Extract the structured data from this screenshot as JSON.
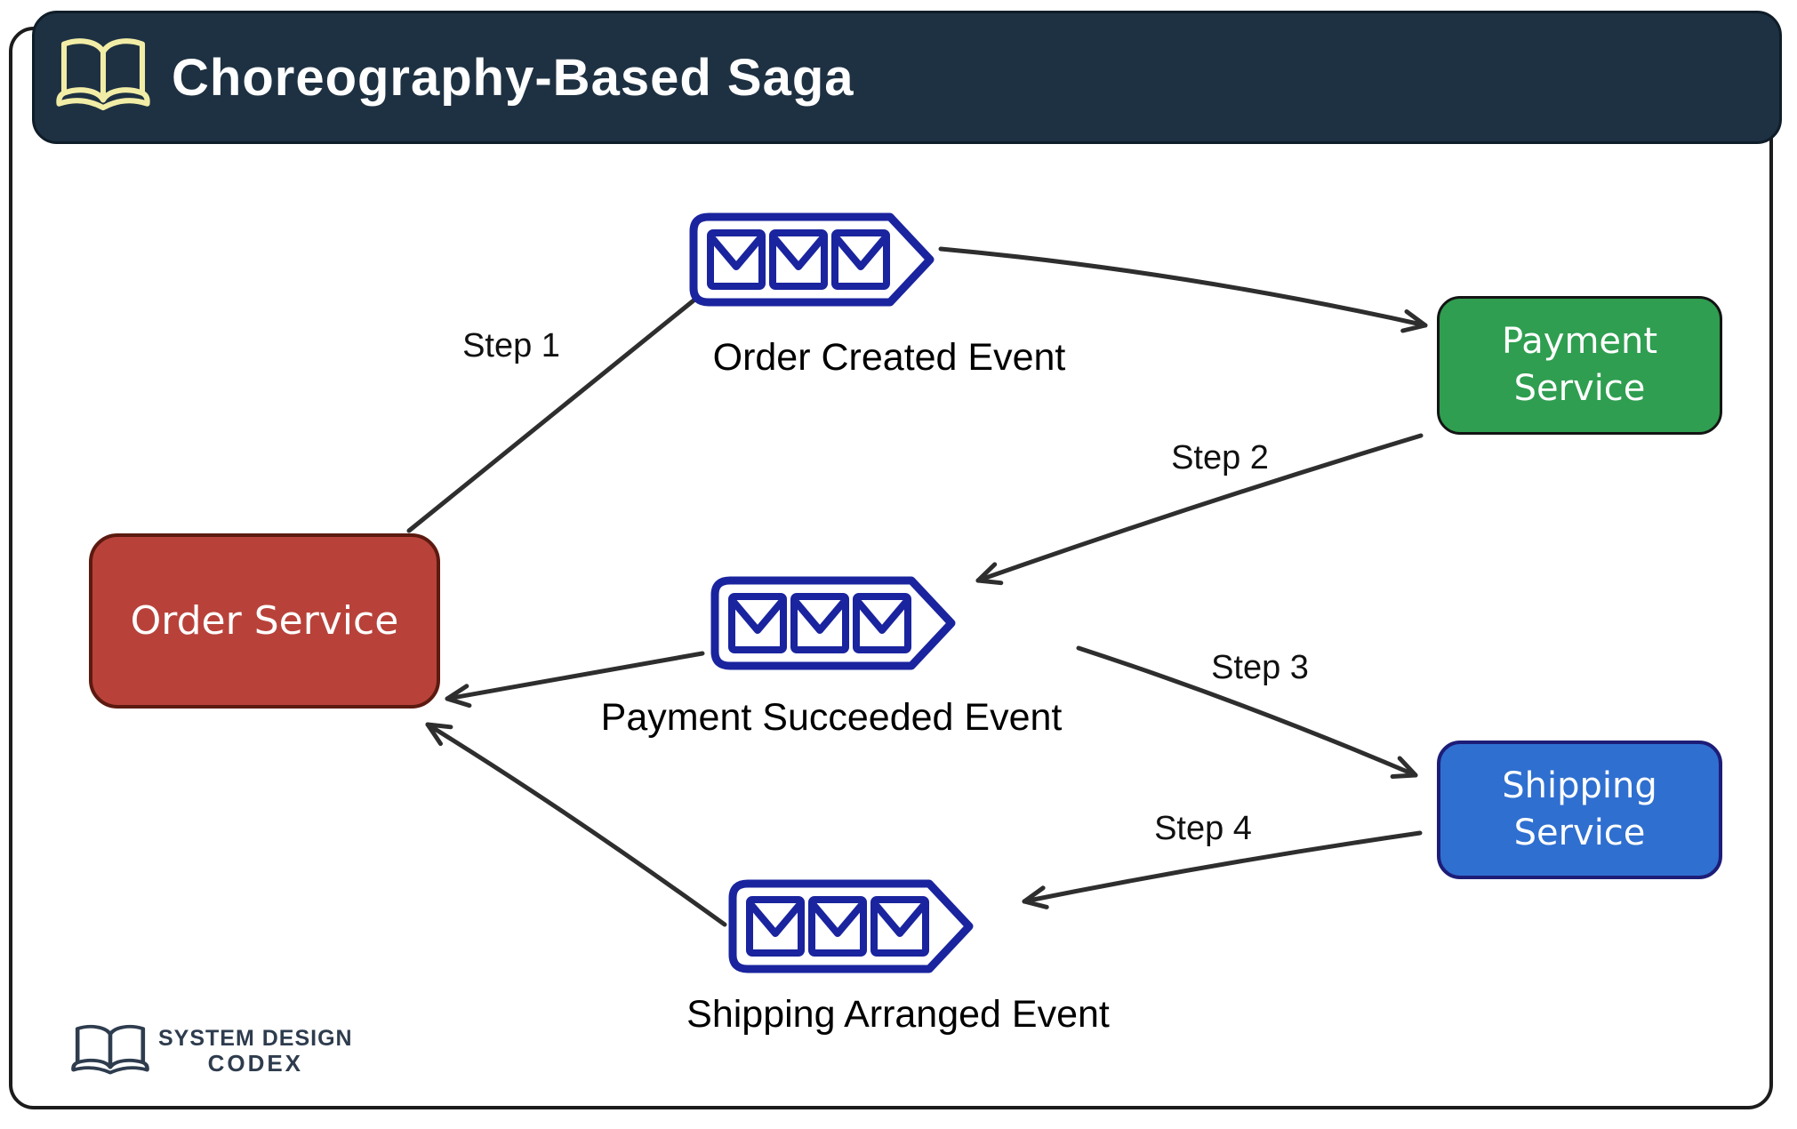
{
  "header": {
    "title": "Choreography-Based Saga",
    "icon": "open-book-icon",
    "background_color": "#1e3142",
    "text_color": "#ffffff"
  },
  "services": {
    "order": {
      "label": "Order Service",
      "color": "#b8423a"
    },
    "payment": {
      "lines": [
        "Payment",
        "Service"
      ],
      "color": "#2f9e50"
    },
    "shipping": {
      "lines": [
        "Shipping",
        "Service"
      ],
      "color": "#2f6fd0"
    }
  },
  "events": {
    "order_created": {
      "label": "Order Created Event"
    },
    "payment_succeeded": {
      "label": "Payment Succeeded Event"
    },
    "shipping_arranged": {
      "label": "Shipping Arranged Event"
    }
  },
  "steps": {
    "step1": {
      "label": "Step 1"
    },
    "step2": {
      "label": "Step 2"
    },
    "step3": {
      "label": "Step 3"
    },
    "step4": {
      "label": "Step 4"
    }
  },
  "queue_icon": {
    "name": "message-queue-icon",
    "envelope_count": 3,
    "color": "#1a249e"
  },
  "footer_logo": {
    "line1": "SYSTEM DESIGN",
    "line2": "CODEX",
    "icon": "open-book-icon",
    "color": "#2e3c4e"
  }
}
